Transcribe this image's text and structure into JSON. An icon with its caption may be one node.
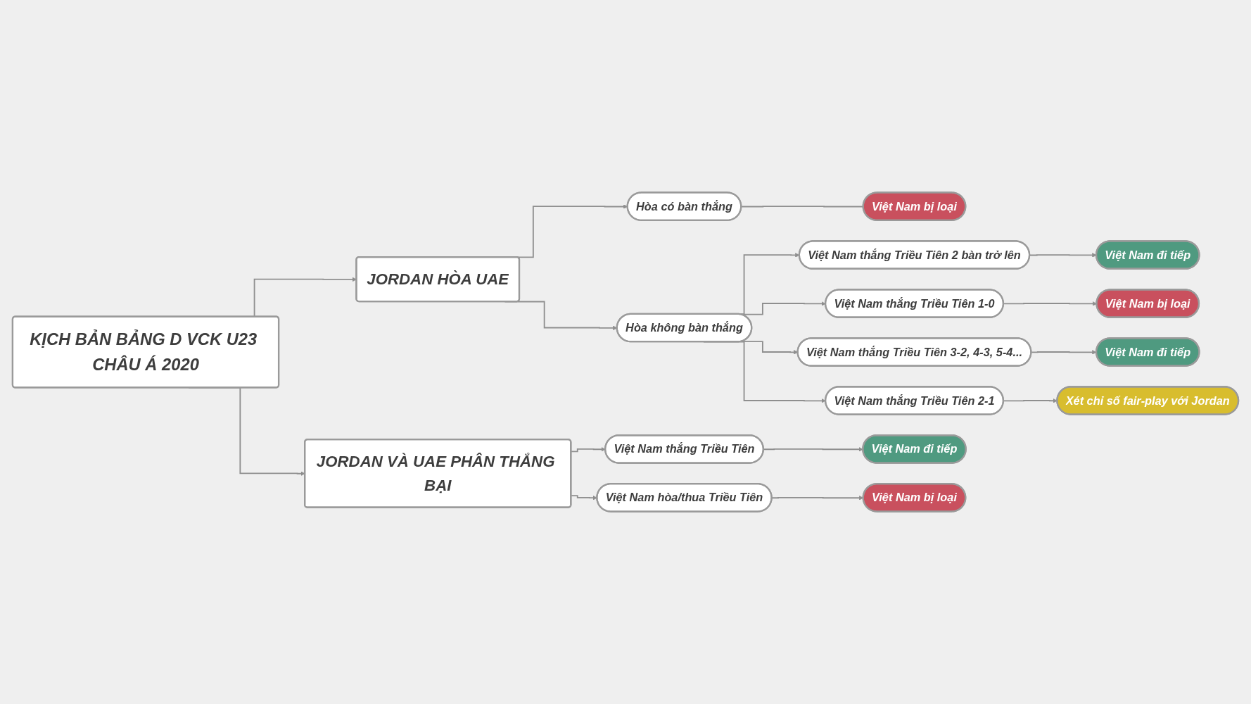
{
  "diagram": {
    "nodes": [
      {
        "text": [
          "KỊCH BẢN BẢNG D VCK U23 CHÂU Á 2020"
        ]
      },
      {
        "text": [
          "JORDAN HÒA UAE"
        ]
      },
      {
        "text": [
          "Hòa có bàn thắng"
        ]
      },
      {
        "text": [
          "Việt Nam bị loại"
        ]
      },
      {
        "text": [
          "Hòa không bàn thắng"
        ]
      },
      {
        "text": [
          "Việt Nam thắng Triều Tiên 2 bàn trở lên"
        ]
      },
      {
        "text": [
          "Việt Nam đi tiếp"
        ]
      },
      {
        "text": [
          "Việt Nam thắng Triều Tiên 1-0"
        ]
      },
      {
        "text": [
          "Việt Nam bị loại"
        ]
      },
      {
        "text": [
          "Việt Nam thắng Triều Tiên 3-2, 4-3, 5-4..."
        ]
      },
      {
        "text": [
          "Việt Nam đi tiếp"
        ]
      },
      {
        "text": [
          "Việt Nam thắng Triều Tiên 2-1"
        ]
      },
      {
        "text": [
          "Xét chỉ số fair-play với Jordan"
        ]
      },
      {
        "text": [
          "JORDAN VÀ UAE PHÂN THẮNG BẠI"
        ]
      },
      {
        "text": [
          "Việt Nam thắng Triều Tiên"
        ]
      },
      {
        "text": [
          "Việt Nam đi tiếp"
        ]
      },
      {
        "text": [
          "Việt Nam hòa/thua Triều Tiên"
        ]
      },
      {
        "text": [
          "Việt Nam bị loại"
        ]
      }
    ],
    "edges": [
      {
        "from": 0,
        "to": 1,
        "arrow": "to"
      },
      {
        "from": 1,
        "to": 2,
        "arrow": "to"
      },
      {
        "from": 2,
        "to": 3,
        "arrow": "none"
      },
      {
        "from": 1,
        "to": 4,
        "arrow": "to"
      },
      {
        "from": 4,
        "to": 5,
        "arrow": "to"
      },
      {
        "from": 5,
        "to": 6,
        "arrow": "to"
      },
      {
        "from": 4,
        "to": 7,
        "arrow": "to"
      },
      {
        "from": 7,
        "to": 8,
        "arrow": "to"
      },
      {
        "from": 4,
        "to": 9,
        "arrow": "to"
      },
      {
        "from": 9,
        "to": 10,
        "arrow": "to"
      },
      {
        "from": 4,
        "to": 11,
        "arrow": "to"
      },
      {
        "from": 11,
        "to": 12,
        "arrow": "to"
      },
      {
        "from": 0,
        "to": 13,
        "arrow": "to"
      },
      {
        "from": 13,
        "to": 14,
        "arrow": "to"
      },
      {
        "from": 14,
        "to": 15,
        "arrow": "to"
      },
      {
        "from": 13,
        "to": 16,
        "arrow": "to"
      },
      {
        "from": 16,
        "to": 17,
        "arrow": "to"
      }
    ]
  }
}
